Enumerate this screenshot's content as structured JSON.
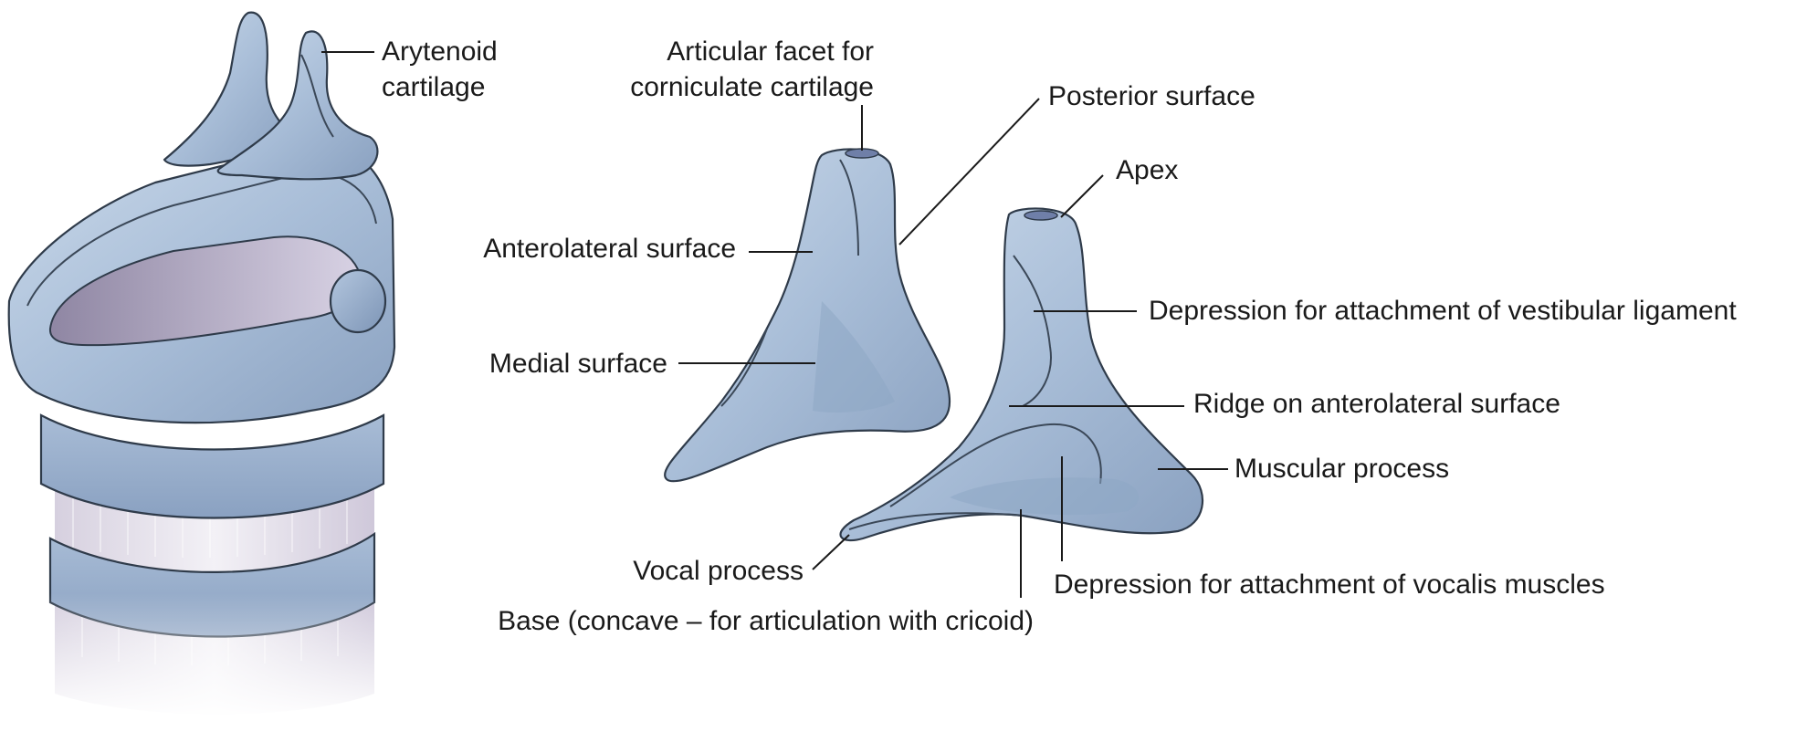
{
  "labels": {
    "arytenoid_line1": "Arytenoid",
    "arytenoid_line2": "cartilage",
    "articular_facet_line1": "Articular facet for",
    "articular_facet_line2": "corniculate cartilage",
    "posterior_surface": "Posterior surface",
    "apex": "Apex",
    "anterolateral_surface": "Anterolateral surface",
    "vestibular_depression": "Depression for attachment of vestibular ligament",
    "medial_surface": "Medial surface",
    "ridge": "Ridge on anterolateral surface",
    "muscular_process": "Muscular process",
    "vocal_process": "Vocal process",
    "vocalis_depression": "Depression for attachment of vocalis muscles",
    "base": "Base (concave – for articulation with cricoid)"
  },
  "colors": {
    "cartilage_light": "#c3d3e6",
    "cartilage_mid": "#9fb5d1",
    "cartilage_dark": "#7f96b5",
    "outline": "#2f3b4a",
    "text": "#1a1a1a"
  }
}
